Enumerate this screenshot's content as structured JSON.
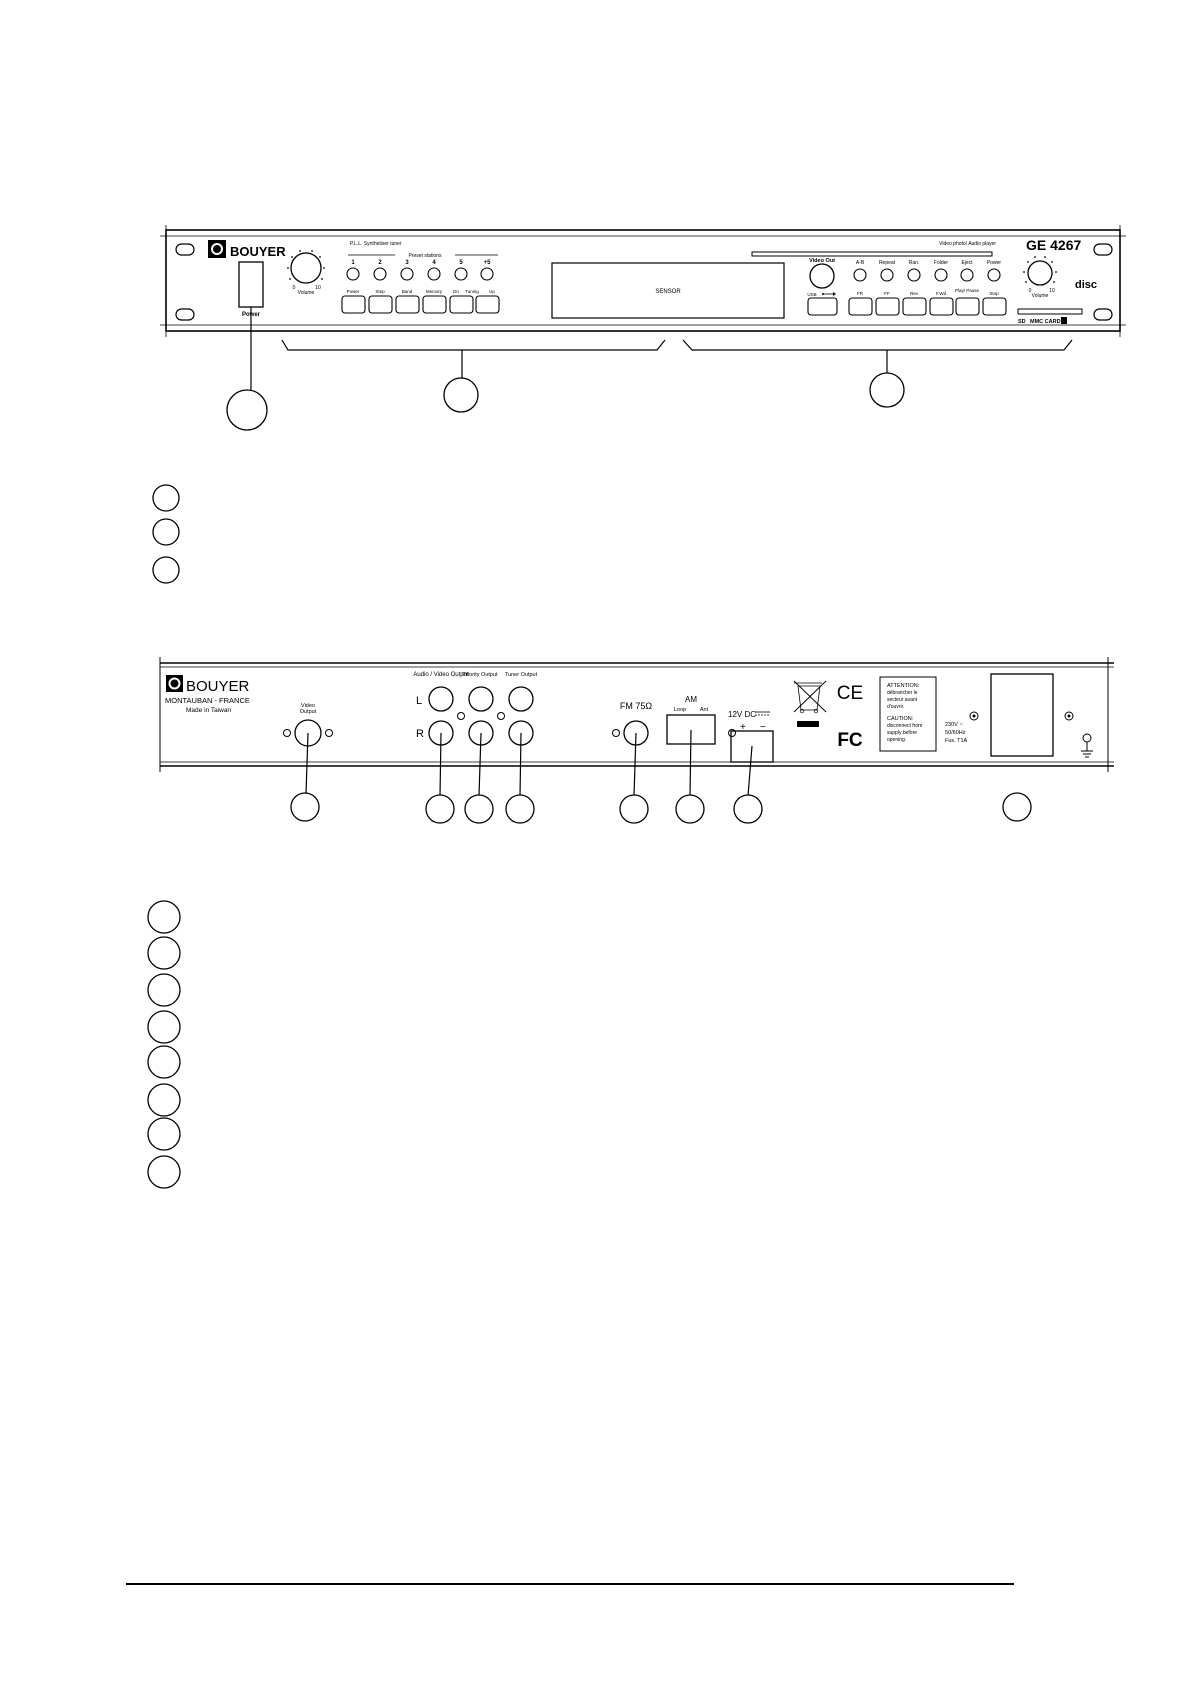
{
  "front_panel": {
    "brand": "BOUYER",
    "power_label": "Power",
    "volume_label": "Volume",
    "volume_min": "0",
    "volume_max": "10",
    "tuner_title": "P.L.L. Synthetiser tuner",
    "preset_title": "Preset stations",
    "preset_numbers": [
      "1",
      "2",
      "3",
      "4",
      "5",
      "+5"
    ],
    "tuner_buttons": [
      "Power",
      "Step",
      "Band",
      "Memory",
      "Dn",
      "Tuning",
      "Up"
    ],
    "sensor_label": "SENSOR",
    "player_title": "Video photo/ Audio player",
    "model": "GE 4267",
    "video_out_label": "Video Out",
    "usb_label": "USB",
    "player_round_buttons": [
      "A-B",
      "Repeat",
      "Ran.",
      "Folder",
      "Eject",
      "Power"
    ],
    "player_bottom_buttons": [
      "FR",
      "FF",
      "Rev",
      "F.Wd",
      "Play/ Pause",
      "Stop"
    ],
    "disc_logo": "disc",
    "sd_label": "SD",
    "mmc_label": "MMC CARD",
    "player_volume_min": "0",
    "player_volume_max": "10"
  },
  "rear_panel": {
    "brand": "BOUYER",
    "address": "MONTAUBAN - FRANCE",
    "origin": "Made in Taiwan",
    "video_output_label": "Video Output",
    "av_output_label": "Audio / Video Output",
    "priority_output_label": "Priority Output",
    "tuner_output_label": "Tuner Output",
    "left_label": "L",
    "right_label": "R",
    "fm_label": "FM 75Ω",
    "am_label": "AM",
    "am_loop": "Loop",
    "am_ant": "Ant",
    "dc_label": "12V DC",
    "plus": "+",
    "minus": "−",
    "ce_mark": "CE",
    "fc_mark": "FC",
    "attention_title": "ATTENTION:",
    "attention_text": [
      "débrancher le",
      "secteur avant",
      "d'ouvrir."
    ],
    "caution_title": "CAUTION:",
    "caution_text": [
      "disconnect from",
      "supply before",
      "opening."
    ],
    "mains_text": [
      "230V ~",
      "50/60Hz",
      "Fus. T1A"
    ]
  }
}
